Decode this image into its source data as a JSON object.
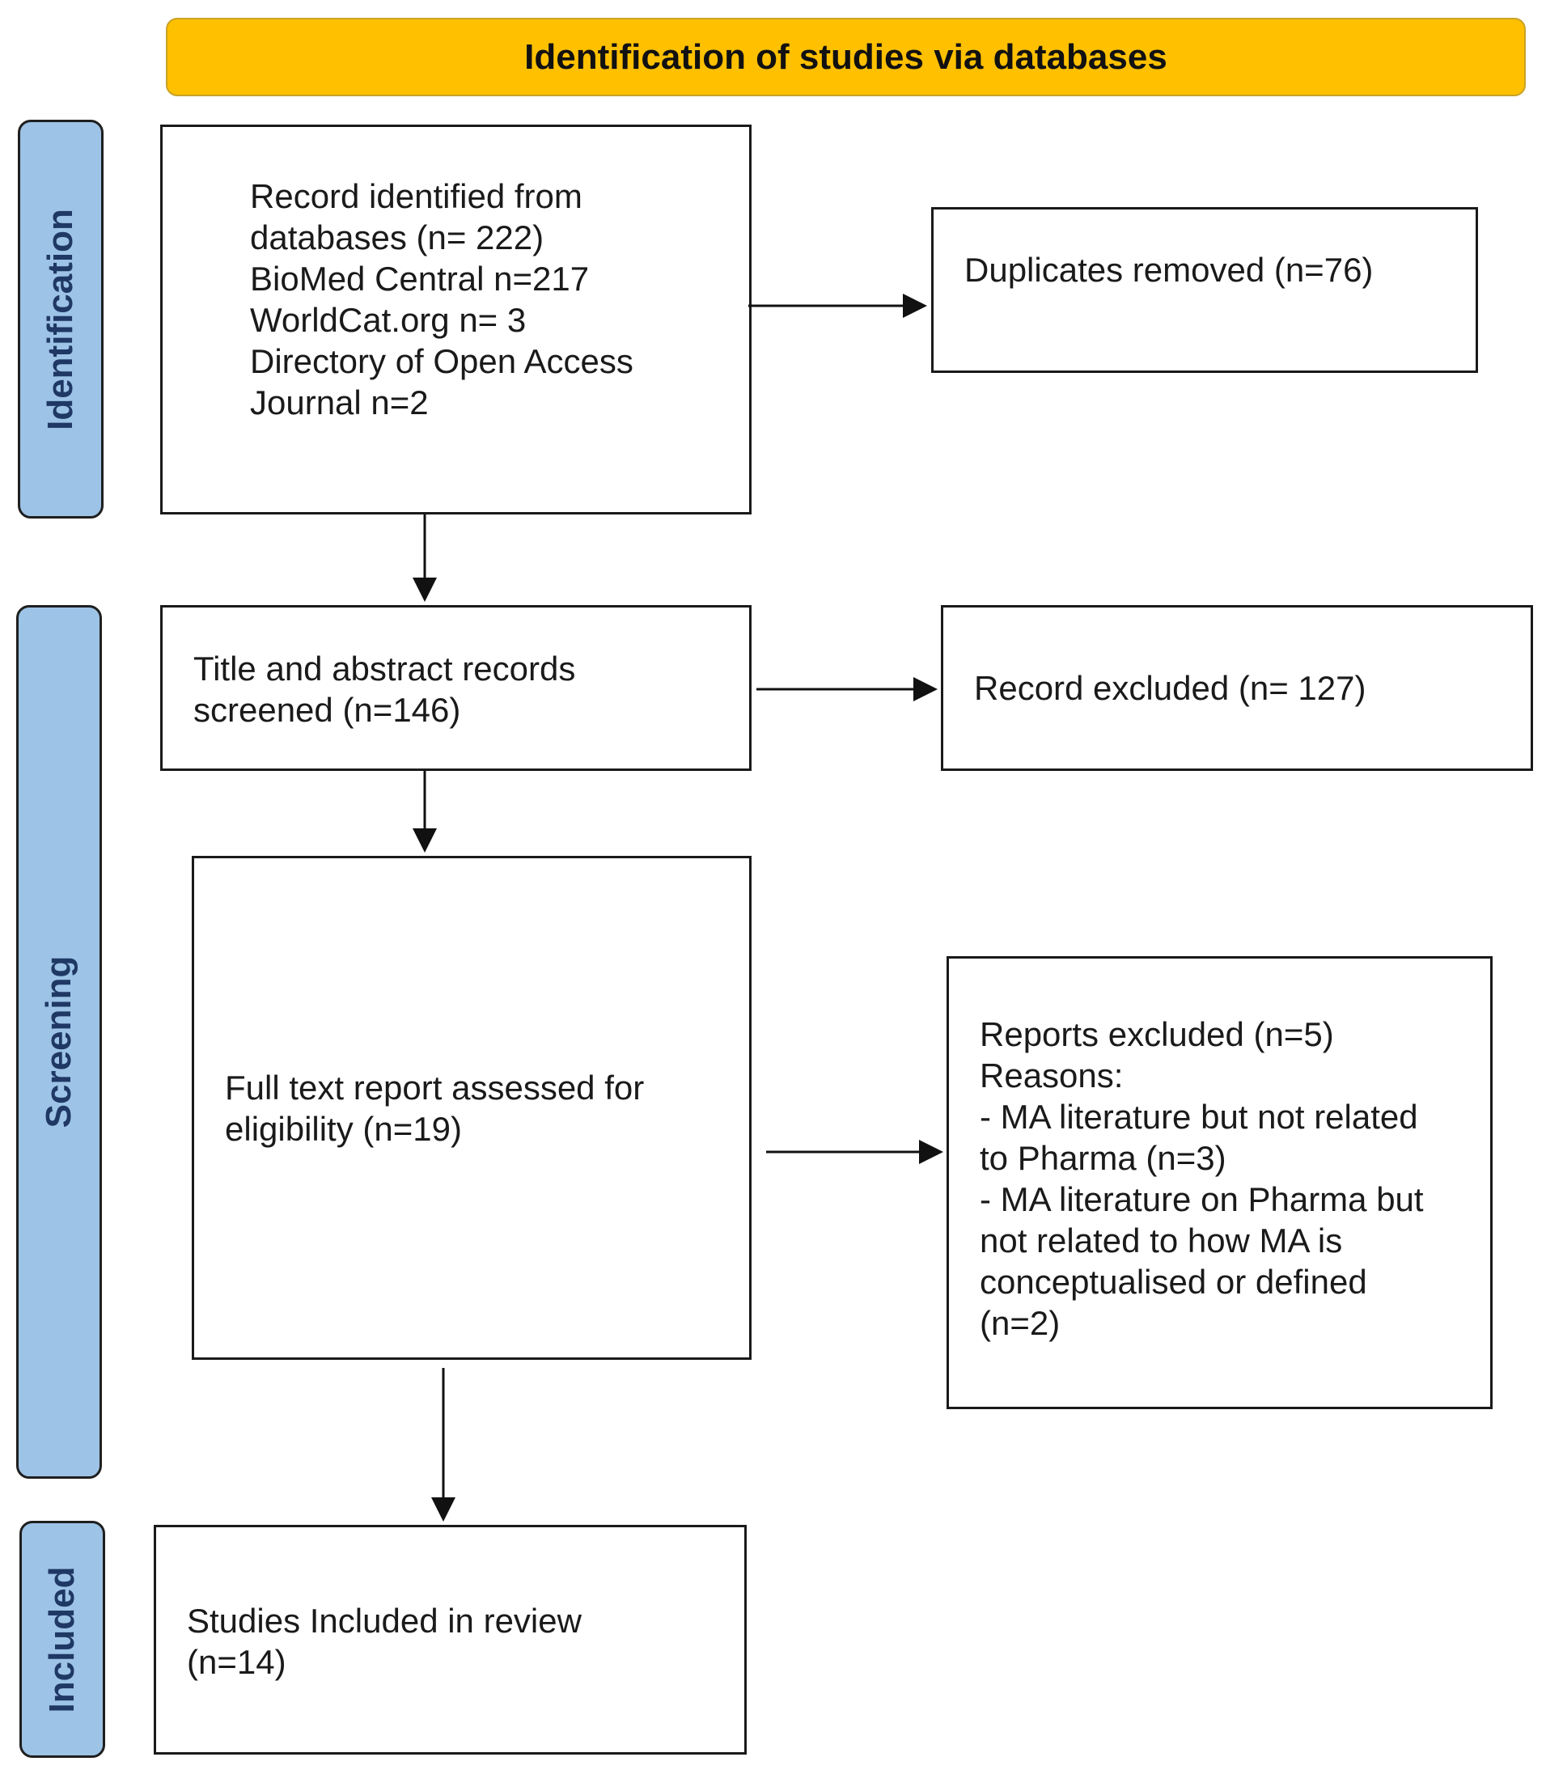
{
  "header": {
    "title": "Identification of studies via databases"
  },
  "phases": {
    "identification": "Identification",
    "screening": "Screening",
    "included": "Included"
  },
  "boxes": {
    "records_identified": {
      "lines": [
        "Record identified from",
        "databases (n= 222)",
        "BioMed Central n=217",
        "WorldCat.org n= 3",
        "Directory of Open Access",
        "Journal n=2"
      ]
    },
    "duplicates_removed": {
      "lines": [
        "Duplicates removed (n=76)"
      ]
    },
    "title_abstract_screened": {
      "lines": [
        "Title and abstract records",
        "screened (n=146)"
      ]
    },
    "records_excluded": {
      "lines": [
        "Record excluded (n= 127)"
      ]
    },
    "full_text_assessed": {
      "lines": [
        "Full text report assessed for",
        "eligibility (n=19)"
      ]
    },
    "reports_excluded": {
      "lines": [
        "Reports excluded (n=5)",
        "Reasons:",
        "- MA literature but not related",
        "to Pharma (n=3)",
        "- MA literature on Pharma but",
        "not related to how MA is",
        "conceptualised or defined",
        "(n=2)"
      ]
    },
    "studies_included": {
      "lines": [
        "Studies Included in review",
        "(n=14)"
      ]
    }
  }
}
